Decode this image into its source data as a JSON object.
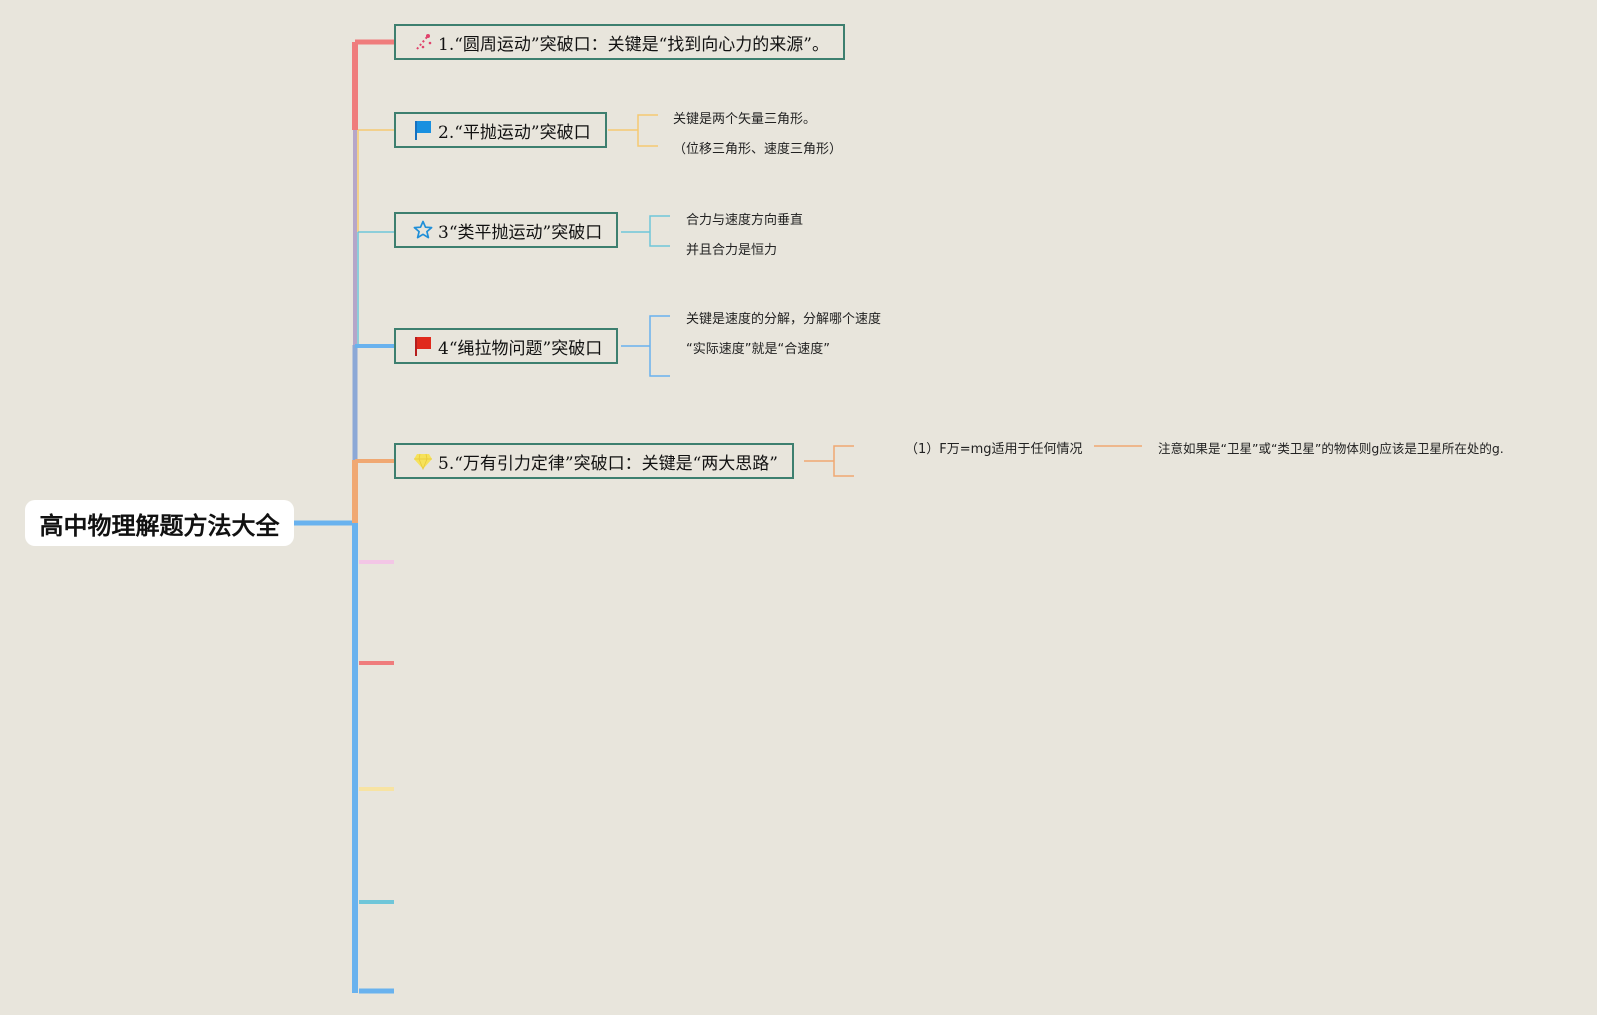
{
  "root": {
    "title": "高中物理解题方法大全"
  },
  "topics": [
    {
      "label": "1.“圆周运动”突破口：关键是“找到向心力的来源”。",
      "icon": "sparkle-icon",
      "color": "#ef7c7c"
    },
    {
      "label": "2.“平抛运动”突破口",
      "icon": "blue-flag-icon",
      "color": "#f5c971",
      "notes": [
        "关键是两个矢量三角形。",
        "（位移三角形、速度三角形）"
      ]
    },
    {
      "label": "3“类平抛运动”突破口",
      "icon": "star-outline-icon",
      "color": "#6fc6d9",
      "notes": [
        "合力与速度方向垂直",
        "并且合力是恒力"
      ]
    },
    {
      "label": "4“绳拉物问题”突破口",
      "icon": "red-flag-icon",
      "color": "#69b2ee",
      "notes": [
        "关键是速度的分解，分解哪个速度",
        "“实际速度”就是“合速度”"
      ]
    },
    {
      "label": "5.“万有引力定律”突破口：关键是“两大思路”",
      "icon": "yellow-gem-icon",
      "color": "#f0a872",
      "notes": [
        "（1）F万=mg适用于任何情况"
      ],
      "subnote": "注意如果是“卫星”或“类卫星”的物体则g应该是卫星所在处的g."
    }
  ],
  "empty_branches": [
    {
      "color": "#f3c6e6"
    },
    {
      "color": "#ef7c7c"
    },
    {
      "color": "#f7e3a2"
    },
    {
      "color": "#6fc6d9"
    },
    {
      "color": "#69b2ee"
    }
  ],
  "colors": {
    "background": "#e8e5dc",
    "topic_border": "#3d7f6f",
    "trunk": "#69b2ee"
  }
}
